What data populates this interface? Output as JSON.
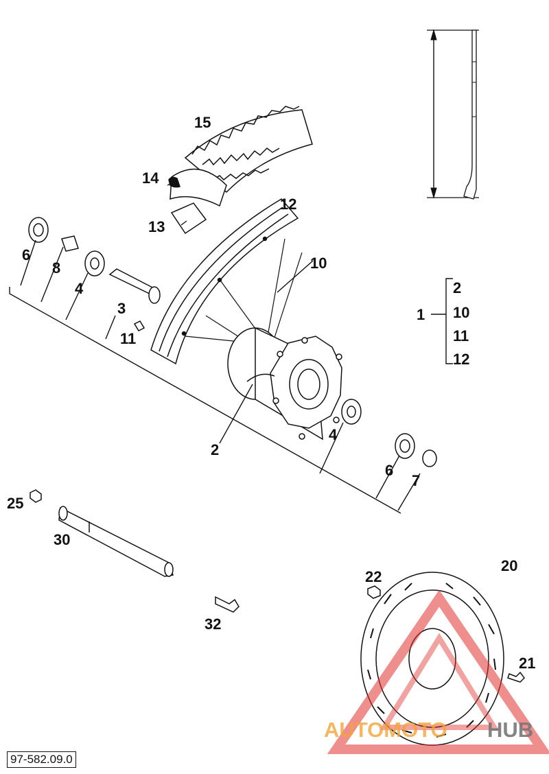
{
  "labels": {
    "l1": "1",
    "l2a": "2",
    "l2b": "2",
    "l3": "3",
    "l4a": "4",
    "l4b": "4",
    "l6a": "6",
    "l6b": "6",
    "l7": "7",
    "l8": "8",
    "l10a": "10",
    "l10b": "10",
    "l11a": "11",
    "l11b": "11",
    "l12a": "12",
    "l12b": "12",
    "l13": "13",
    "l14": "14",
    "l15": "15",
    "l20": "20",
    "l21": "21",
    "l22": "22",
    "l25": "25",
    "l30": "30",
    "l32": "32"
  },
  "doc_ref": "97-582.09.0",
  "watermark": {
    "part1": "AUTOMOTO",
    "part2": "HUB"
  },
  "colors": {
    "line": "#111111",
    "watermark_red": "#e0322f",
    "watermark_orange": "#f2a43a",
    "watermark_gray": "#777777"
  }
}
